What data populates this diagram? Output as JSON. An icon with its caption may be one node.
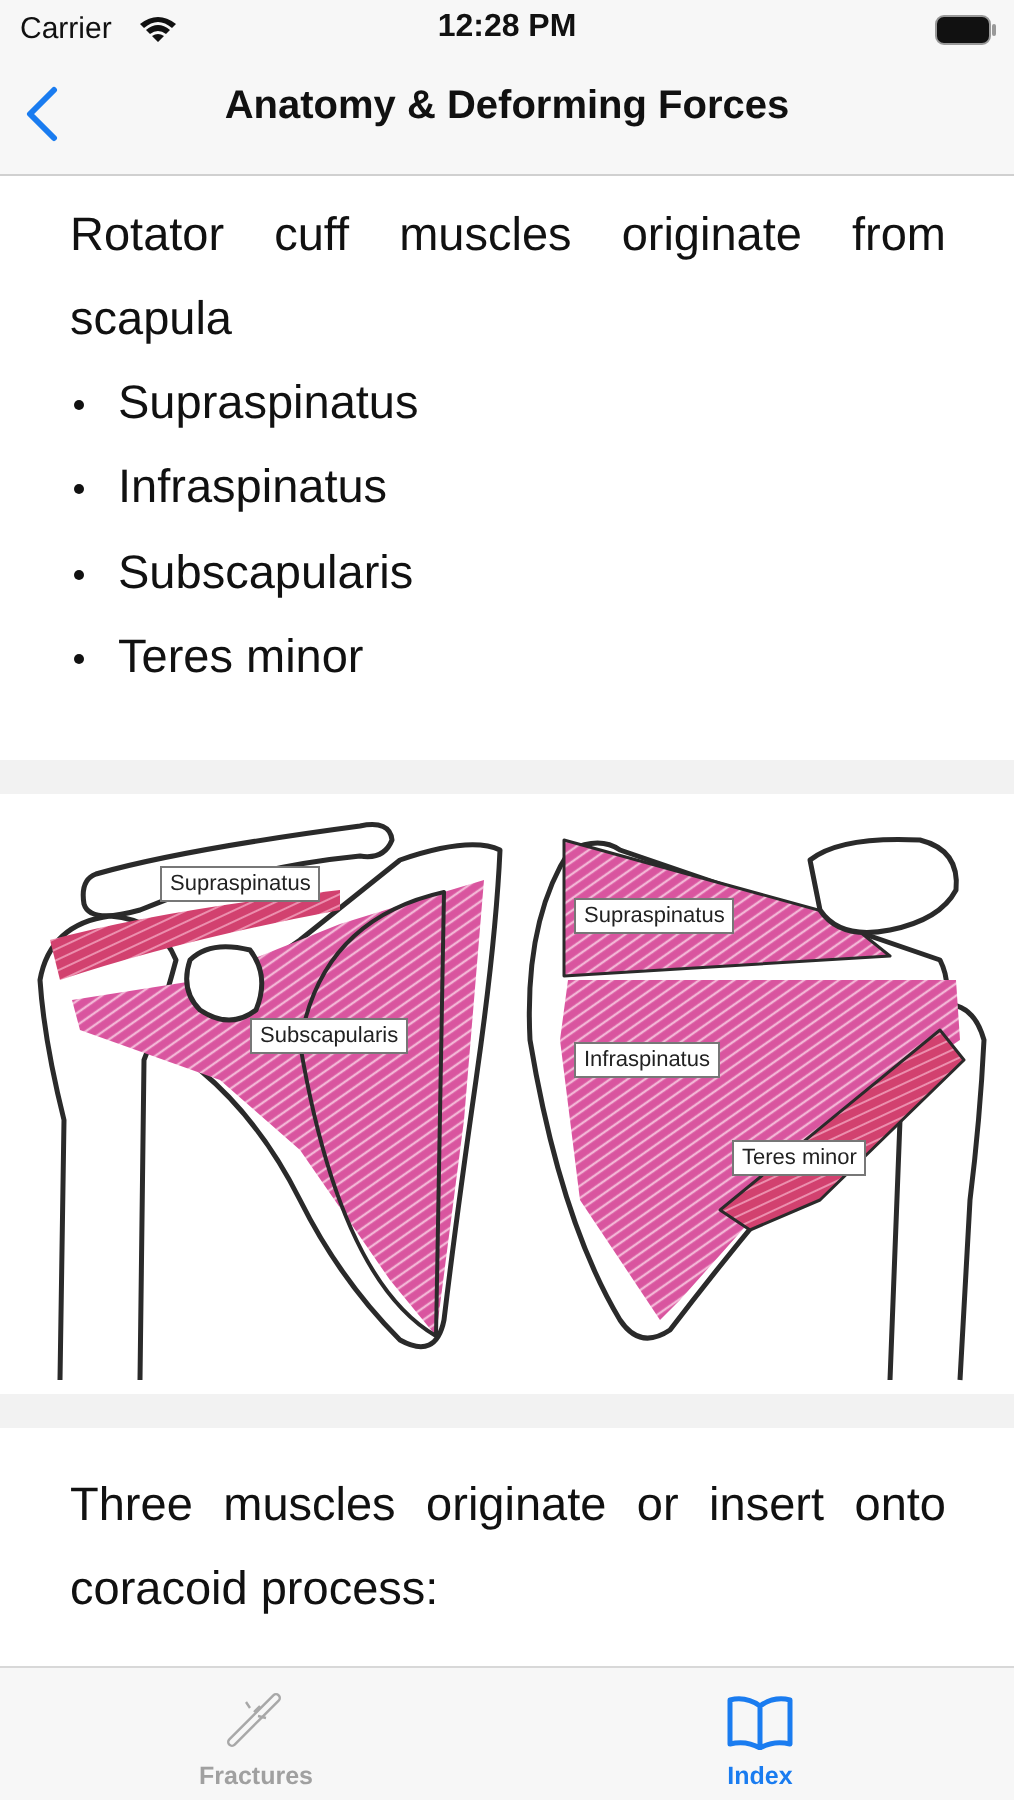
{
  "diagram": {
    "title": "Anatomy & Deforming Forces",
    "nodes": [
      {
        "text": [
          "Supraspinatus"
        ]
      },
      {
        "text": [
          "Subscapularis"
        ]
      },
      {
        "text": [
          "Supraspinatus"
        ]
      },
      {
        "text": [
          "Infraspinatus"
        ]
      },
      {
        "text": [
          "Teres minor"
        ]
      }
    ],
    "labels": [
      "Carrier",
      "12:28 PM",
      "Rotator cuff muscles originate from scapula",
      "Supraspinatus",
      "Infraspinatus",
      "Subscapularis",
      "Teres minor",
      "Three muscles originate or insert onto coracoid process:",
      "Fractures",
      "Index"
    ]
  }
}
